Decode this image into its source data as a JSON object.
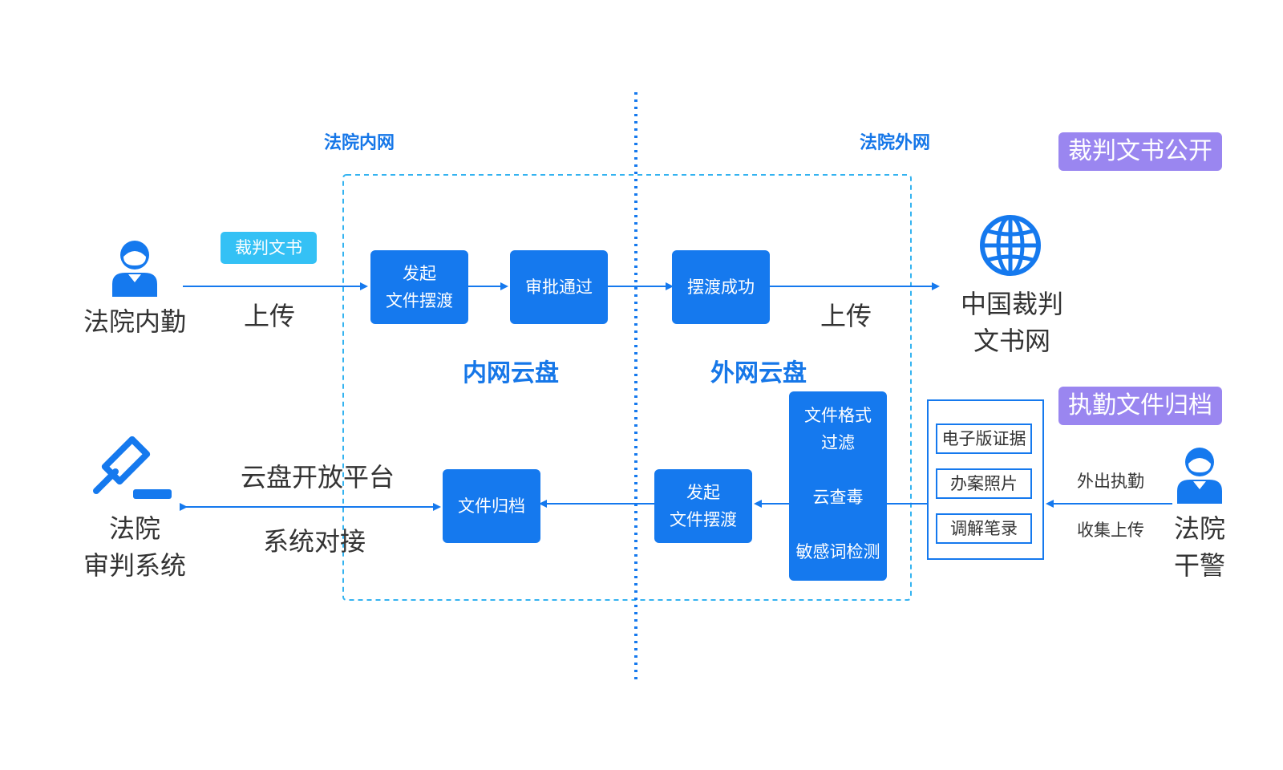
{
  "zones": {
    "internal": "法院内网",
    "external": "法院外网"
  },
  "disks": {
    "internal": "内网云盘",
    "external": "外网云盘"
  },
  "tags": {
    "verdict_doc": "裁判文书",
    "verdict_public": "裁判文书公开",
    "duty_archive": "执勤文件归档"
  },
  "actors": {
    "court_staff": "法院内勤",
    "court_system": [
      "法院",
      "审判系统"
    ],
    "china_judgment_site": [
      "中国裁判",
      "文书网"
    ],
    "court_police": [
      "法院",
      "干警"
    ]
  },
  "flow_labels": {
    "upload_left": "上传",
    "upload_right": "上传",
    "platform_line1": "云盘开放平台",
    "platform_line2": "系统对接",
    "go_out_duty": "外出执勤",
    "collect_upload": "收集上传"
  },
  "boxes": {
    "initiate_transfer_top": [
      "发起",
      "文件摆渡"
    ],
    "approval_passed": "审批通过",
    "transfer_success": "摆渡成功",
    "initiate_transfer_bottom": [
      "发起",
      "文件摆渡"
    ],
    "file_archive": "文件归档",
    "filters": [
      "文件格式",
      "过滤",
      "云查毒",
      "敏感词检测"
    ]
  },
  "evidence_items": [
    "电子版证据",
    "办案照片",
    "调解笔录"
  ],
  "colors": {
    "primary": "#1579ee",
    "accent_cyan": "#34c1f5",
    "accent_purple": "#9a86f0",
    "text": "#333333",
    "dashed_border": "#34b3f0"
  },
  "icons": {
    "court_staff": "person-icon",
    "court_system": "gavel-icon",
    "china_judgment_site": "globe-icon",
    "court_police": "person-icon"
  }
}
